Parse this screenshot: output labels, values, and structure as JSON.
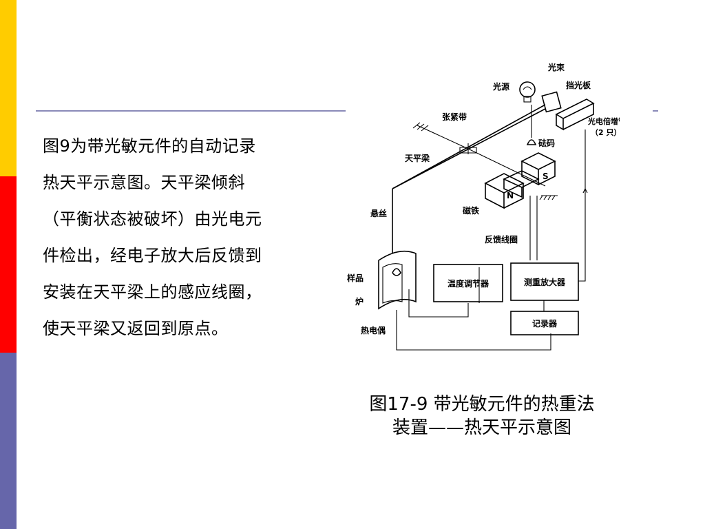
{
  "slide": {
    "accent_colors": [
      "#ffcc00",
      "#ff0000",
      "#6666aa"
    ],
    "rule_color": "#8a8ab8"
  },
  "body_lines": [
    "图9为带光敏元件的自动记录",
    "热天平示意图。天平梁倾斜",
    "（平衡状态被破坏）由光电元",
    "件检出，经电子放大后反馈到",
    "安装在天平梁上的感应线圈，",
    "使天平梁又返回到原点。"
  ],
  "caption": {
    "line1": "图17-9  带光敏元件的热重法",
    "line2": "装置——热天平示意图"
  },
  "diagram": {
    "labels": {
      "light_beam": "光束",
      "light_source": "光源",
      "shutter": "挡光板",
      "photomultiplier": "光电倍增管",
      "photomultiplier_count": "（2 只）",
      "tension_band": "张紧带",
      "weight": "砝码",
      "balance_beam": "天平梁",
      "magnet": "磁铁",
      "magnet_n": "N",
      "magnet_s": "S",
      "suspension_wire": "悬丝",
      "feedback_coil": "反馈线圈",
      "sample": "样品",
      "furnace": "炉",
      "thermocouple": "热电偶",
      "temp_controller": "温度调节器",
      "amplifier": "测重放大器",
      "recorder": "记录器"
    }
  }
}
